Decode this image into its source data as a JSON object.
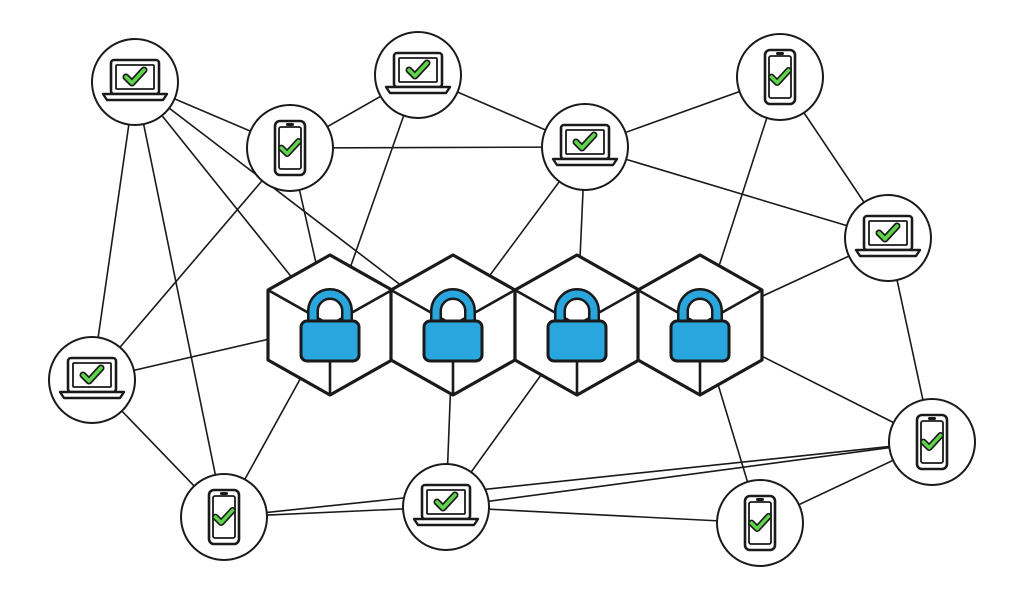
{
  "diagram": {
    "colors": {
      "background": "#ffffff",
      "stroke": "#1a1a1a",
      "lock_fill": "#2aa6df",
      "check_fill": "#5fd44b"
    },
    "blocks": [
      {
        "id": "block-1",
        "icon": "padlock-icon"
      },
      {
        "id": "block-2",
        "icon": "padlock-icon"
      },
      {
        "id": "block-3",
        "icon": "padlock-icon"
      },
      {
        "id": "block-4",
        "icon": "padlock-icon"
      }
    ],
    "nodes": [
      {
        "id": "n1",
        "device": "laptop",
        "status": "verified"
      },
      {
        "id": "n2",
        "device": "phone",
        "status": "verified"
      },
      {
        "id": "n3",
        "device": "laptop",
        "status": "verified"
      },
      {
        "id": "n4",
        "device": "laptop",
        "status": "verified"
      },
      {
        "id": "n5",
        "device": "phone",
        "status": "verified"
      },
      {
        "id": "n6",
        "device": "laptop",
        "status": "verified"
      },
      {
        "id": "n7",
        "device": "laptop",
        "status": "verified"
      },
      {
        "id": "n8",
        "device": "phone",
        "status": "verified"
      },
      {
        "id": "n9",
        "device": "laptop",
        "status": "verified"
      },
      {
        "id": "n10",
        "device": "phone",
        "status": "verified"
      },
      {
        "id": "n11",
        "device": "phone",
        "status": "verified"
      }
    ],
    "edges": [
      [
        "n1",
        "n2"
      ],
      [
        "n1",
        "n7"
      ],
      [
        "n1",
        "n8"
      ],
      [
        "n1",
        "block-1"
      ],
      [
        "n1",
        "block-2"
      ],
      [
        "n2",
        "n3"
      ],
      [
        "n2",
        "n4"
      ],
      [
        "n2",
        "n7"
      ],
      [
        "n2",
        "block-1"
      ],
      [
        "n3",
        "block-1"
      ],
      [
        "n3",
        "n4"
      ],
      [
        "n4",
        "n5"
      ],
      [
        "n4",
        "n6"
      ],
      [
        "n4",
        "block-2"
      ],
      [
        "n4",
        "block-3"
      ],
      [
        "n5",
        "n6"
      ],
      [
        "n5",
        "block-4"
      ],
      [
        "n6",
        "block-4"
      ],
      [
        "n6",
        "n11"
      ],
      [
        "n7",
        "n8"
      ],
      [
        "n7",
        "block-1"
      ],
      [
        "n8",
        "block-1"
      ],
      [
        "n8",
        "n9"
      ],
      [
        "n8",
        "n11"
      ],
      [
        "n9",
        "block-2"
      ],
      [
        "n9",
        "block-3"
      ],
      [
        "n9",
        "n10"
      ],
      [
        "n9",
        "n11"
      ],
      [
        "n10",
        "block-4"
      ],
      [
        "n10",
        "n11"
      ],
      [
        "n11",
        "block-4"
      ]
    ]
  }
}
